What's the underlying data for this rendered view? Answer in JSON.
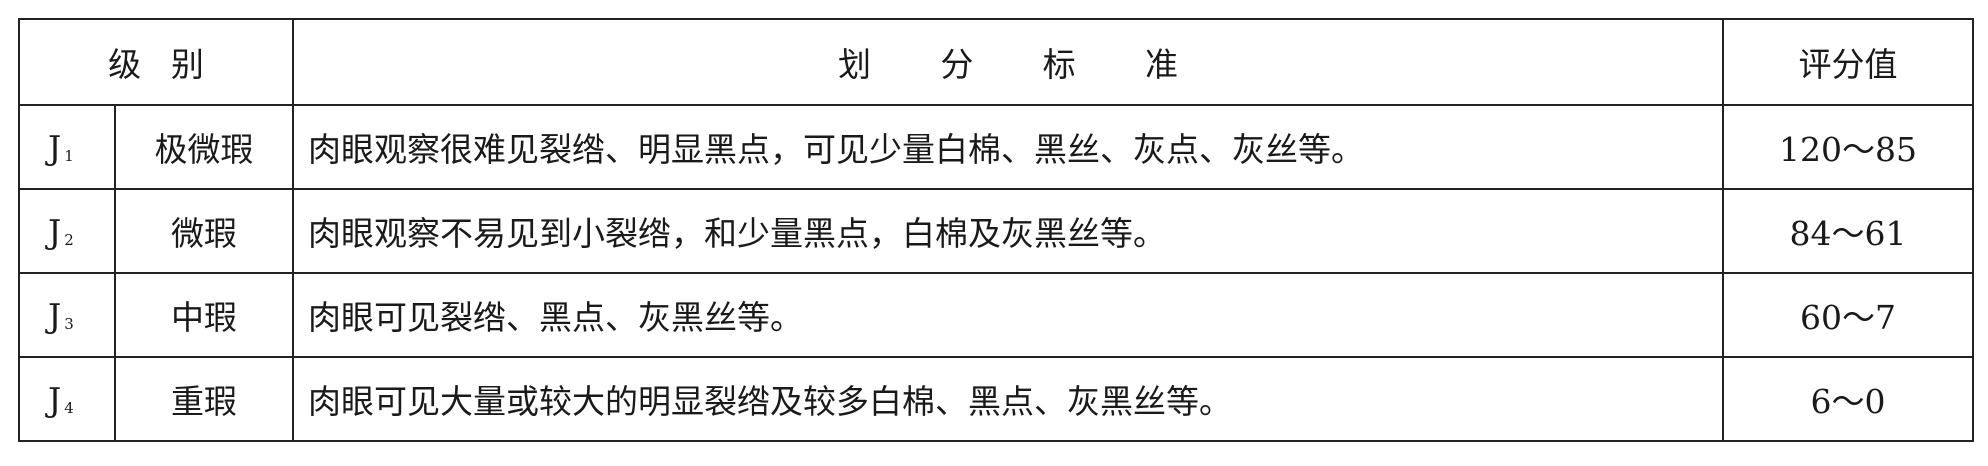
{
  "table": {
    "headers": {
      "level": "级别",
      "criteria": "划分标准",
      "score": "评分值"
    },
    "rows": [
      {
        "code": "J",
        "sub": "1",
        "name": "极微瑕",
        "criteria": "肉眼观察很难见裂绺、明显黑点，可见少量白棉、黑丝、灰点、灰丝等。",
        "score": "120～85"
      },
      {
        "code": "J",
        "sub": "2",
        "name": "微瑕",
        "criteria": "肉眼观察不易见到小裂绺，和少量黑点，白棉及灰黑丝等。",
        "score": "84～61"
      },
      {
        "code": "J",
        "sub": "3",
        "name": "中瑕",
        "criteria": "肉眼可见裂绺、黑点、灰黑丝等。",
        "score": "60～7"
      },
      {
        "code": "J",
        "sub": "4",
        "name": "重瑕",
        "criteria": "肉眼可见大量或较大的明显裂绺及较多白棉、黑点、灰黑丝等。",
        "score": "6～0"
      }
    ]
  }
}
